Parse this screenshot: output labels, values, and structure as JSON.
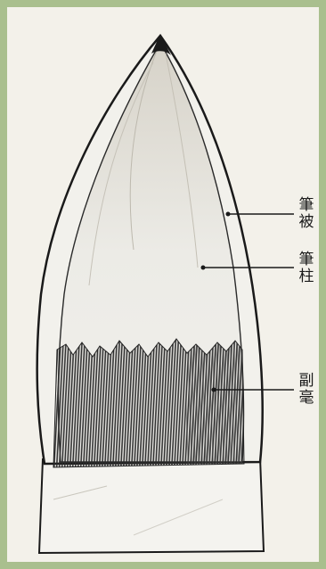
{
  "labels": {
    "sheath": {
      "line1": "筆",
      "line2": "被"
    },
    "pillar": {
      "line1": "筆",
      "line2": "柱"
    },
    "secondary": {
      "line1": "副",
      "line2": "毫"
    }
  },
  "colors": {
    "border": "#a9bf8e",
    "paper": "#f3f1ea",
    "ink": "#1a1a1a",
    "hair_dark": "#2b2b2b"
  }
}
